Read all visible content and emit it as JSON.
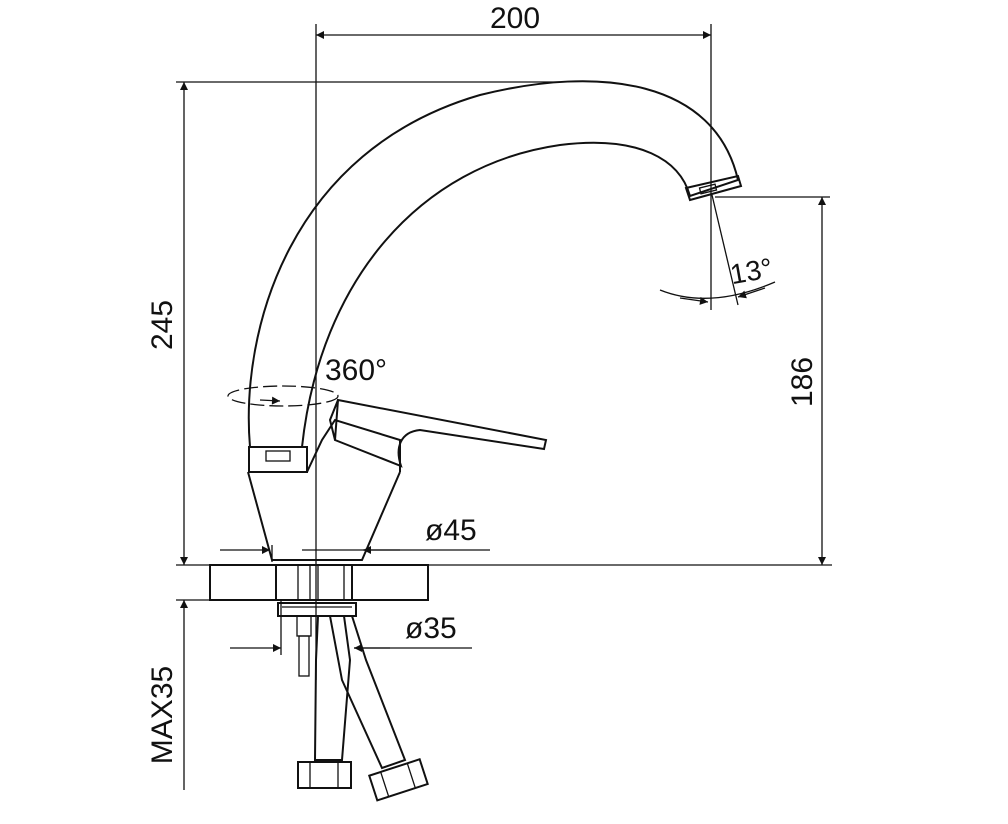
{
  "drawing": {
    "dimensions": {
      "spout_reach": "200",
      "total_height": "245",
      "spout_height": "186",
      "base_diameter": "ø45",
      "shank_diameter": "ø35",
      "max_counter_thickness": "MAX35",
      "spout_rotation": "360°",
      "outlet_angle": "13°"
    },
    "color": "#111111"
  }
}
